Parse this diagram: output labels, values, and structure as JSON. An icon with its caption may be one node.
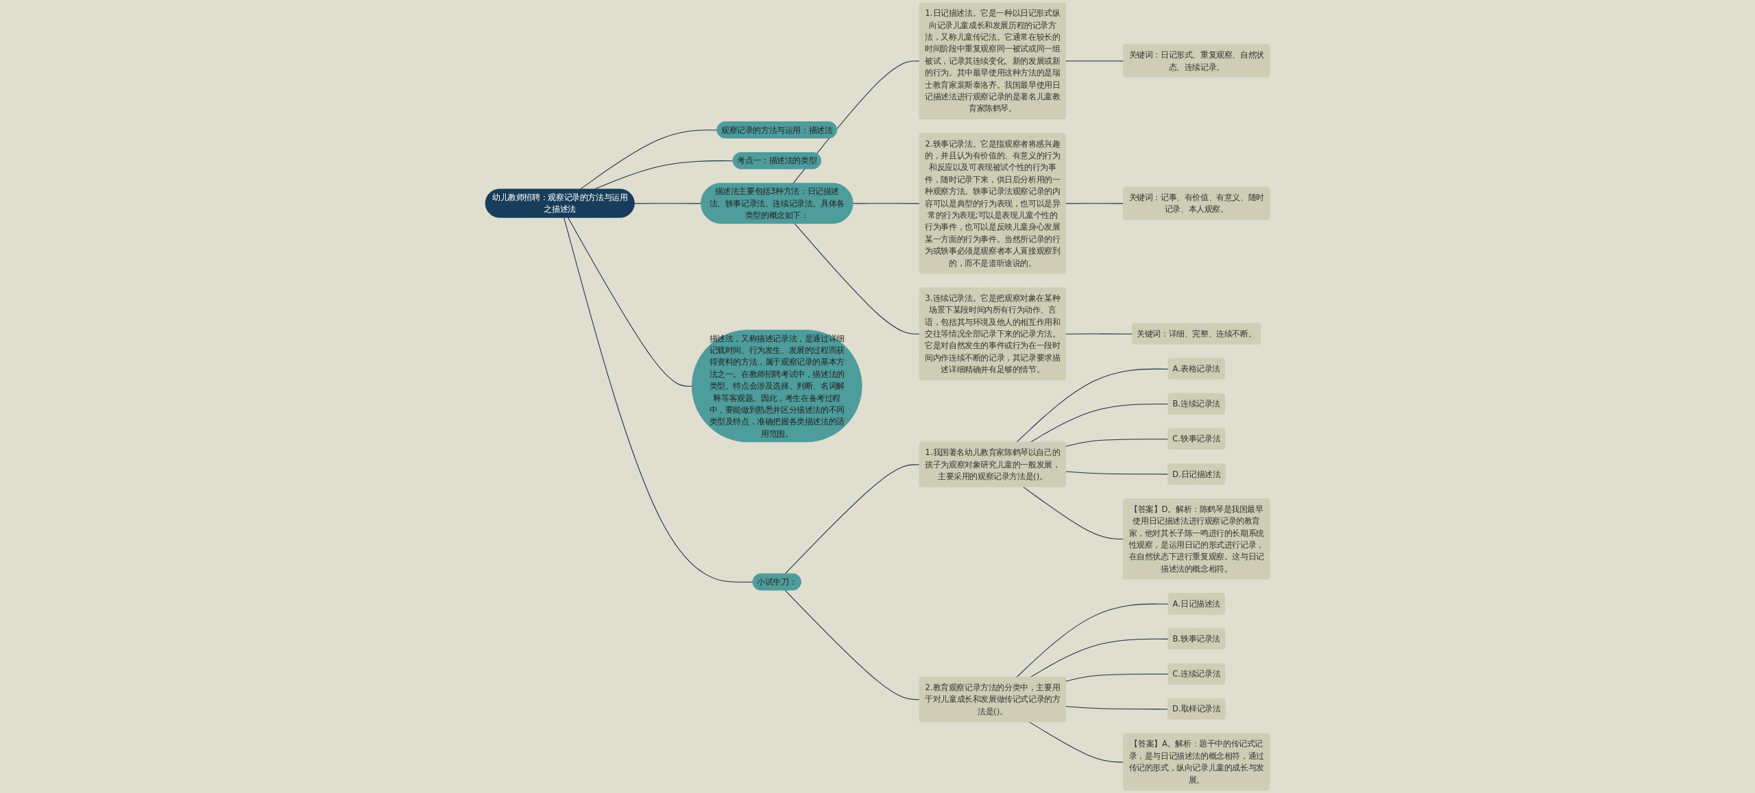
{
  "diagram": {
    "nodes": [
      {
        "text": [
          "幼儿教师招聘：观察记录的方法与运用之描述法"
        ]
      },
      {
        "text": [
          "描述法，又称描述记录法，是通过详细记载时间、行为发生、发展的过程而获得资料的方法，属于观察记录的基本方法之一。在教师招聘考试中，描述法的类型、特点会涉及选择、判断、名词解释等客观题。因此，考生在备考过程中，要能做到熟悉并区分描述法的不同类型及特点，准确把握各类描述法的适用范围。"
        ]
      },
      {
        "text": [
          "观察记录的方法与运用：描述法"
        ]
      },
      {
        "text": [
          "考点一：描述法的类型"
        ]
      },
      {
        "text": [
          "描述法主要包括3种方法：日记描述法、轶事记录法、连续记录法。具体各类型的概念如下："
        ]
      },
      {
        "text": [
          "1.日记描述法。它是一种以日记形式纵向记录儿童成长和发展历程的记录方法，又称儿童传记法。它通常在较长的时间阶段中重复观察同一被试或同一组被试，记录其连续变化、新的发展或新的行为。其中最早使用这种方法的是瑞士教育家裴斯泰洛齐。我国最早使用日记描述法进行观察记录的是著名儿童教育家陈鹤琴。"
        ]
      },
      {
        "text": [
          "关键词：日记形式、重复观察、自然状态、连续记录。"
        ]
      },
      {
        "text": [
          "2.轶事记录法。它是指观察者将感兴趣的，并且认为有价值的、有意义的行为和反应以及可表现被试个性的行为事件，随时记录下来，供日后分析用的一种观察方法。轶事记录法观察记录的内容可以是典型的行为表现，也可以是异常的行为表现;可以是表现儿童个性的行为事件，也可以是反映儿童身心发展某一方面的行为事件。当然所记录的行为或轶事必须是观察者本人直接观察到的，而不是道听途说的。"
        ]
      },
      {
        "text": [
          "关键词：记事、有价值、有意义、随时记录、本人观察。"
        ]
      },
      {
        "text": [
          "3.连续记录法。它是把观察对象在某种场景下某段时间内所有行为动作、言语，包括其与环境及他人的相互作用和交往等情况全部记录下来的记录方法。它是对自然发生的事件或行为在一段时间内作连续不断的记录，其记录要求描述详细精确并有足够的情节。"
        ]
      },
      {
        "text": [
          "关键词：详细、完整、连续不断。"
        ]
      },
      {
        "text": [
          "小试牛刀："
        ]
      },
      {
        "text": [
          "1.我国著名幼儿教育家陈鹤琴以自己的孩子为观察对象研究儿童的一般发展，主要采用的观察记录方法是()。"
        ]
      },
      {
        "text": [
          "A.表格记录法"
        ]
      },
      {
        "text": [
          "B.连续记录法"
        ]
      },
      {
        "text": [
          "C.轶事记录法"
        ]
      },
      {
        "text": [
          "D.日记描述法"
        ]
      },
      {
        "text": [
          "【答案】D。解析：陈鹤琴是我国最早使用日记描述法进行观察记录的教育家，他对其长子陈一鸣进行的长期系统性观察，是运用日记的形式进行记录，在自然状态下进行重复观察。这与日记描述法的概念相符。"
        ]
      },
      {
        "text": [
          "2.教育观察记录方法的分类中，主要用于对儿童成长和发展做传记式记录的方法是()。"
        ]
      },
      {
        "text": [
          "A.日记描述法"
        ]
      },
      {
        "text": [
          "B.轶事记录法"
        ]
      },
      {
        "text": [
          "C.连续记录法"
        ]
      },
      {
        "text": [
          "D.取样记录法"
        ]
      },
      {
        "text": [
          "【答案】A。解析：题干中的传记式记录，是与日记描述法的概念相符，通过传记的形式，纵向记录儿童的成长与发展。"
        ]
      }
    ],
    "edges": [
      {
        "from": 0,
        "to": 1,
        "arrow": "none"
      },
      {
        "from": 0,
        "to": 2,
        "arrow": "none"
      },
      {
        "from": 0,
        "to": 3,
        "arrow": "none"
      },
      {
        "from": 0,
        "to": 4,
        "arrow": "none"
      },
      {
        "from": 4,
        "to": 5,
        "arrow": "none"
      },
      {
        "from": 5,
        "to": 6,
        "arrow": "none"
      },
      {
        "from": 4,
        "to": 7,
        "arrow": "none"
      },
      {
        "from": 7,
        "to": 8,
        "arrow": "none"
      },
      {
        "from": 4,
        "to": 9,
        "arrow": "none"
      },
      {
        "from": 9,
        "to": 10,
        "arrow": "none"
      },
      {
        "from": 0,
        "to": 11,
        "arrow": "none"
      },
      {
        "from": 11,
        "to": 12,
        "arrow": "none"
      },
      {
        "from": 12,
        "to": 13,
        "arrow": "none"
      },
      {
        "from": 12,
        "to": 14,
        "arrow": "none"
      },
      {
        "from": 12,
        "to": 15,
        "arrow": "none"
      },
      {
        "from": 12,
        "to": 16,
        "arrow": "none"
      },
      {
        "from": 12,
        "to": 17,
        "arrow": "none"
      },
      {
        "from": 11,
        "to": 18,
        "arrow": "none"
      },
      {
        "from": 18,
        "to": 19,
        "arrow": "none"
      },
      {
        "from": 18,
        "to": 20,
        "arrow": "none"
      },
      {
        "from": 18,
        "to": 21,
        "arrow": "none"
      },
      {
        "from": 18,
        "to": 22,
        "arrow": "none"
      },
      {
        "from": 18,
        "to": 23,
        "arrow": "none"
      }
    ]
  }
}
